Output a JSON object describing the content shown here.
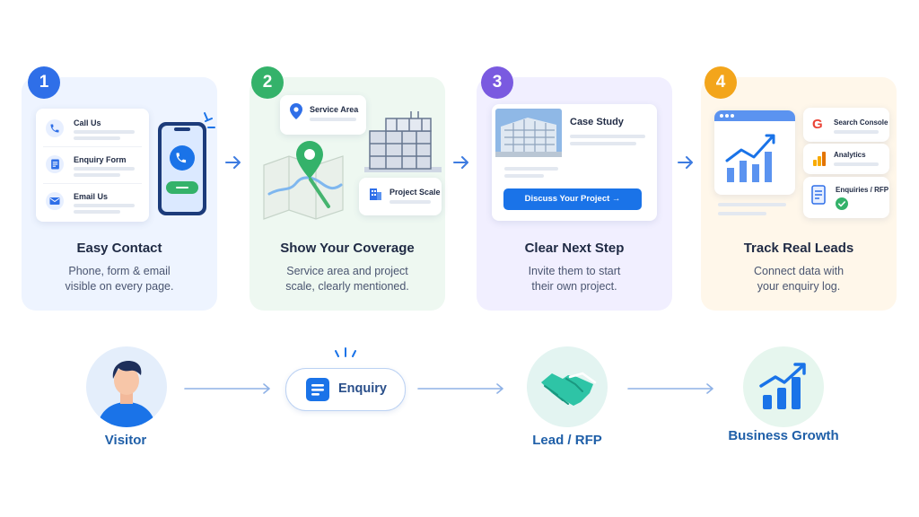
{
  "steps": [
    {
      "number": "1",
      "title": "Easy Contact",
      "description_line1": "Phone, form & email",
      "description_line2": "visible on every page.",
      "items": [
        "Call Us",
        "Enquiry Form",
        "Email Us"
      ]
    },
    {
      "number": "2",
      "title": "Show Your Coverage",
      "description_line1": "Service area and project",
      "description_line2": "scale, clearly mentioned.",
      "items": [
        "Service Area",
        "Project Scale"
      ]
    },
    {
      "number": "3",
      "title": "Clear Next Step",
      "description_line1": "Invite them to start",
      "description_line2": "their own project.",
      "card_heading": "Case Study",
      "cta_label": "Discuss Your Project →"
    },
    {
      "number": "4",
      "title": "Track Real Leads",
      "description_line1": "Connect data with",
      "description_line2": "your enquiry log.",
      "items": [
        "Search Console",
        "Analytics",
        "Enquiries / RFP"
      ]
    }
  ],
  "flow": {
    "visitor": "Visitor",
    "enquiry": "Enquiry",
    "lead": "Lead / RFP",
    "growth": "Business Growth"
  },
  "colors": {
    "step1": "#2f6fe8",
    "step2": "#34b26a",
    "step3": "#7a5ae0",
    "step4": "#f3a51b",
    "primary_blue": "#1a73e8",
    "flow_label": "#1f5fa8"
  }
}
